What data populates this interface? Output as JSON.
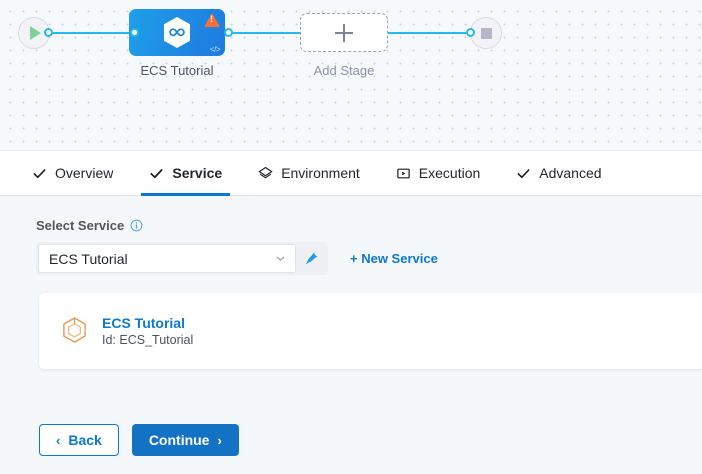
{
  "pipeline": {
    "start_node": {
      "icon": "play-icon"
    },
    "end_node": {
      "icon": "stop-icon"
    },
    "stage": {
      "label": "ECS Tutorial",
      "icon": "harness-hexagon-icon",
      "warning_icon": "warning-triangle-icon",
      "code_icon": "code-brackets-icon"
    },
    "add_stage": {
      "label": "Add Stage",
      "icon": "plus-icon"
    }
  },
  "tabs": [
    {
      "label": "Overview",
      "icon": "check-icon",
      "active": false
    },
    {
      "label": "Service",
      "icon": "check-icon",
      "active": true
    },
    {
      "label": "Environment",
      "icon": "layers-icon",
      "active": false
    },
    {
      "label": "Execution",
      "icon": "play-box-icon",
      "active": false
    },
    {
      "label": "Advanced",
      "icon": "check-icon",
      "active": false
    }
  ],
  "form": {
    "field_label": "Select Service",
    "info_icon": "info-icon",
    "select_value": "ECS Tutorial",
    "select_placeholder": "Select Service",
    "chevron_icon": "chevron-down-icon",
    "pin_icon": "pin-icon",
    "new_service_label": "+ New Service"
  },
  "service_card": {
    "icon": "service-hexagon-icon",
    "title": "ECS Tutorial",
    "subtitle": "Id: ECS_Tutorial"
  },
  "footer": {
    "back_label": "Back",
    "back_chevron": "‹",
    "continue_label": "Continue",
    "continue_chevron": "›"
  },
  "colors": {
    "accent_blue": "#0b79d0",
    "primary_button": "#1472c4",
    "edge_blue": "#25b9f0",
    "warning_orange": "#f4703a",
    "card_icon_orange": "#e8954a"
  }
}
